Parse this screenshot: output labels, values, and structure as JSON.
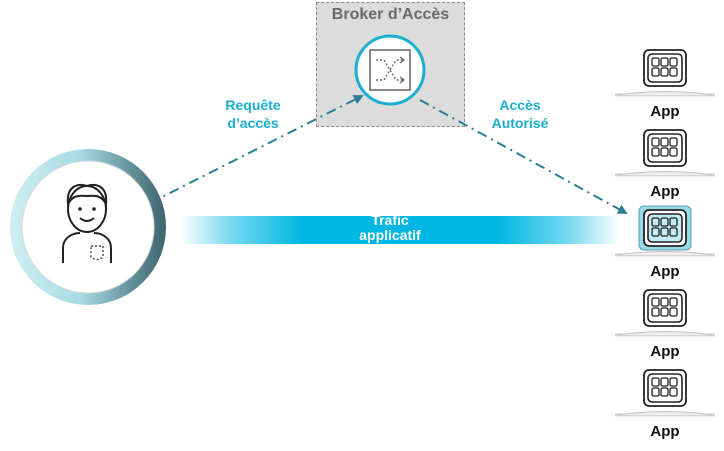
{
  "broker": {
    "title": "Broker d’Accès",
    "icon": "shuffle-icon"
  },
  "labels": {
    "request_line1": "Requête",
    "request_line2": "d’accès",
    "access_line1": "Accès",
    "access_line2": "Autorisé",
    "traffic_line1": "Trafic",
    "traffic_line2": "applicatif"
  },
  "user": {
    "icon": "user-icon"
  },
  "apps": [
    {
      "label": "App",
      "icon": "app-grid-icon",
      "highlighted": false
    },
    {
      "label": "App",
      "icon": "app-grid-icon",
      "highlighted": false
    },
    {
      "label": "App",
      "icon": "app-grid-icon",
      "highlighted": true
    },
    {
      "label": "App",
      "icon": "app-grid-icon",
      "highlighted": false
    },
    {
      "label": "App",
      "icon": "app-grid-icon",
      "highlighted": false
    }
  ],
  "colors": {
    "accent": "#1aaed1",
    "traffic": "#00b7e2",
    "ring_dark": "#4a6f78",
    "ring_light": "#bfeaf0",
    "broker_bg": "#dcdcdc"
  }
}
